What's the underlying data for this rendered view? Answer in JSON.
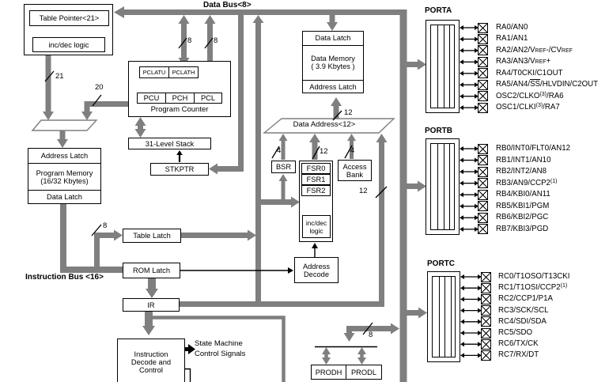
{
  "colors": {
    "bus_gray": "#7f7f7f",
    "line_black": "#000000",
    "background": "#ffffff"
  },
  "labels": {
    "data_bus": "Data Bus<8>",
    "instruction_bus": "Instruction Bus <16>"
  },
  "widths": {
    "w21": "21",
    "w20": "20",
    "w8_pclat": "8",
    "w8_pcl": "8",
    "w8_table_latch": "8",
    "w12_data_addr": "12",
    "w4_bsr": "4",
    "w12_fsr": "12",
    "w4_access": "4",
    "w12_ir": "12",
    "w8_prod": "8"
  },
  "blocks": {
    "table_pointer": "Table Pointer<21>",
    "inc_dec_logic": "inc/dec logic",
    "pclatu": "PCLATU",
    "pclath": "PCLATH",
    "pcu": "PCU",
    "pch": "PCH",
    "pcl": "PCL",
    "program_counter": "Program Counter",
    "stack": "31-Level Stack",
    "stkptr": "STKPTR",
    "prog_address_latch": "Address Latch",
    "prog_memory_1": "Program Memory",
    "prog_memory_2": "(16/32 Kbytes)",
    "prog_data_latch": "Data Latch",
    "table_latch": "Table Latch",
    "rom_latch": "ROM Latch",
    "ir": "IR",
    "instr_decode_1": "Instruction",
    "instr_decode_2": "Decode and",
    "instr_decode_3": "Control",
    "state_machine_1": "State Machine",
    "state_machine_2": "Control Signals",
    "ram_data_latch": "Data Latch",
    "ram_memory_1": "Data Memory",
    "ram_memory_2": "( 3.9 Kbytes )",
    "ram_address_latch": "Address Latch",
    "data_address": "Data Address<12>",
    "bsr": "BSR",
    "fsr0": "FSR0",
    "fsr1": "FSR1",
    "fsr2": "FSR2",
    "fsr_inc_dec_1": "inc/dec",
    "fsr_inc_dec_2": "logic",
    "access_bank_1": "Access",
    "access_bank_2": "Bank",
    "address_decode_1": "Address",
    "address_decode_2": "Decode",
    "prodh": "PRODH",
    "prodl": "PRODL"
  },
  "ports": [
    {
      "name": "PORTA",
      "pins": [
        [
          "RA0/AN0"
        ],
        [
          "RA1/AN1"
        ],
        [
          "RA2/AN2/V",
          {
            "sub": "REF"
          },
          "-/CV",
          {
            "sub": "REF"
          }
        ],
        [
          "RA3/AN3/V",
          {
            "sub": "REF"
          },
          "+"
        ],
        [
          "RA4/T0CKI/C1OUT"
        ],
        [
          "RA5/AN4/",
          {
            "over": "SS"
          },
          "/HLVDIN/C2OUT"
        ],
        [
          "OSC2/CLKO",
          {
            "sup": "(3)"
          },
          "/RA6"
        ],
        [
          "OSC1/CLKI",
          {
            "sup": "(3)"
          },
          "/RA7"
        ]
      ]
    },
    {
      "name": "PORTB",
      "pins": [
        [
          "RB0/INT0/FLT0/AN12"
        ],
        [
          "RB1/INT1/AN10"
        ],
        [
          "RB2/INT2/AN8"
        ],
        [
          "RB3/AN9/CCP2",
          {
            "sup": "(1)"
          }
        ],
        [
          "RB4/KBI0/AN11"
        ],
        [
          "RB5/KBI1/PGM"
        ],
        [
          "RB6/KBI2/PGC"
        ],
        [
          "RB7/KBI3/PGD"
        ]
      ]
    },
    {
      "name": "PORTC",
      "pins": [
        [
          "RC0/T1OSO/T13CKI"
        ],
        [
          "RC1/T1OSI/CCP2",
          {
            "sup": "(1)"
          }
        ],
        [
          "RC2/CCP1/P1A"
        ],
        [
          "RC3/SCK/SCL"
        ],
        [
          "RC4/SDI/SDA"
        ],
        [
          "RC5/SDO"
        ],
        [
          "RC6/TX/CK"
        ],
        [
          "RC7/RX/DT"
        ]
      ]
    }
  ]
}
